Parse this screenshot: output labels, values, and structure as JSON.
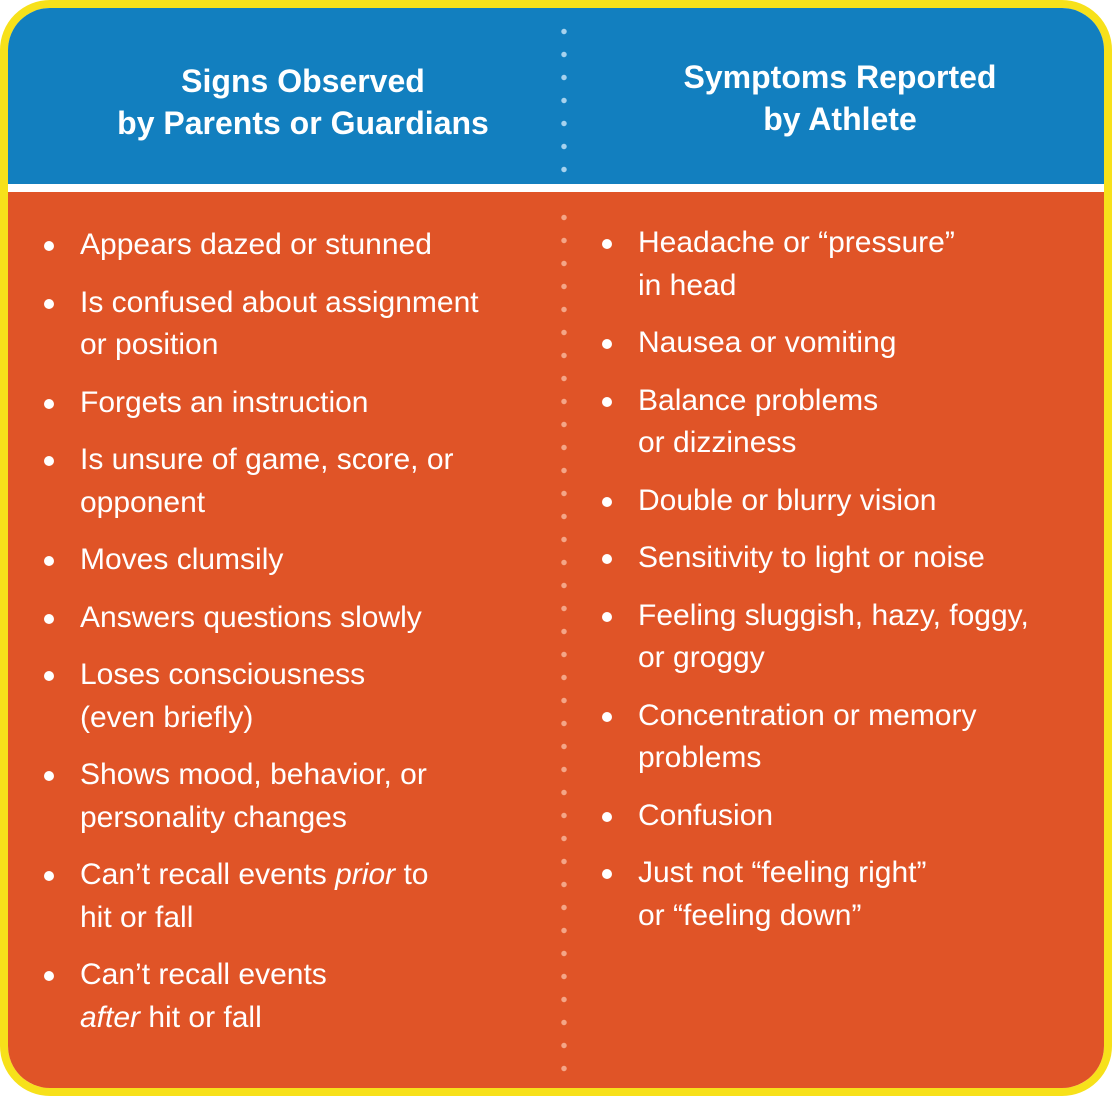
{
  "colors": {
    "border": "#f7e11a",
    "header": "#127fbf",
    "panel": "#e05427",
    "text": "#ffffff"
  },
  "left_column": {
    "heading_lines": [
      "Signs Observed",
      "by Parents or Guardians"
    ],
    "items": [
      {
        "lines": [
          "Appears dazed or stunned"
        ]
      },
      {
        "lines": [
          "Is confused about assignment",
          "or position"
        ]
      },
      {
        "lines": [
          "Forgets an instruction"
        ]
      },
      {
        "lines": [
          "Is unsure of game, score, or",
          "opponent"
        ]
      },
      {
        "lines": [
          "Moves clumsily"
        ]
      },
      {
        "lines": [
          "Answers questions slowly"
        ]
      },
      {
        "lines": [
          "Loses consciousness",
          "(even briefly)"
        ]
      },
      {
        "lines": [
          "Shows mood, behavior, or",
          "personality changes"
        ]
      },
      {
        "pre": "Can’t recall events ",
        "emph": "prior",
        "post": " to",
        "line2": "hit or fall"
      },
      {
        "line1": "Can’t recall events",
        "emph": "after",
        "post": " hit or fall"
      }
    ]
  },
  "right_column": {
    "heading_lines": [
      "Symptoms Reported",
      "by Athlete"
    ],
    "items": [
      {
        "lines": [
          "Headache or “pressure”",
          "in head"
        ]
      },
      {
        "lines": [
          "Nausea or vomiting"
        ]
      },
      {
        "lines": [
          "Balance problems",
          "or dizziness"
        ]
      },
      {
        "lines": [
          "Double or blurry vision"
        ]
      },
      {
        "lines": [
          "Sensitivity to light or noise"
        ]
      },
      {
        "lines": [
          "Feeling sluggish, hazy, foggy,",
          "or groggy"
        ]
      },
      {
        "lines": [
          "Concentration or memory",
          "problems"
        ]
      },
      {
        "lines": [
          "Confusion"
        ]
      },
      {
        "lines": [
          "Just not “feeling right”",
          "or “feeling down”"
        ]
      }
    ]
  }
}
